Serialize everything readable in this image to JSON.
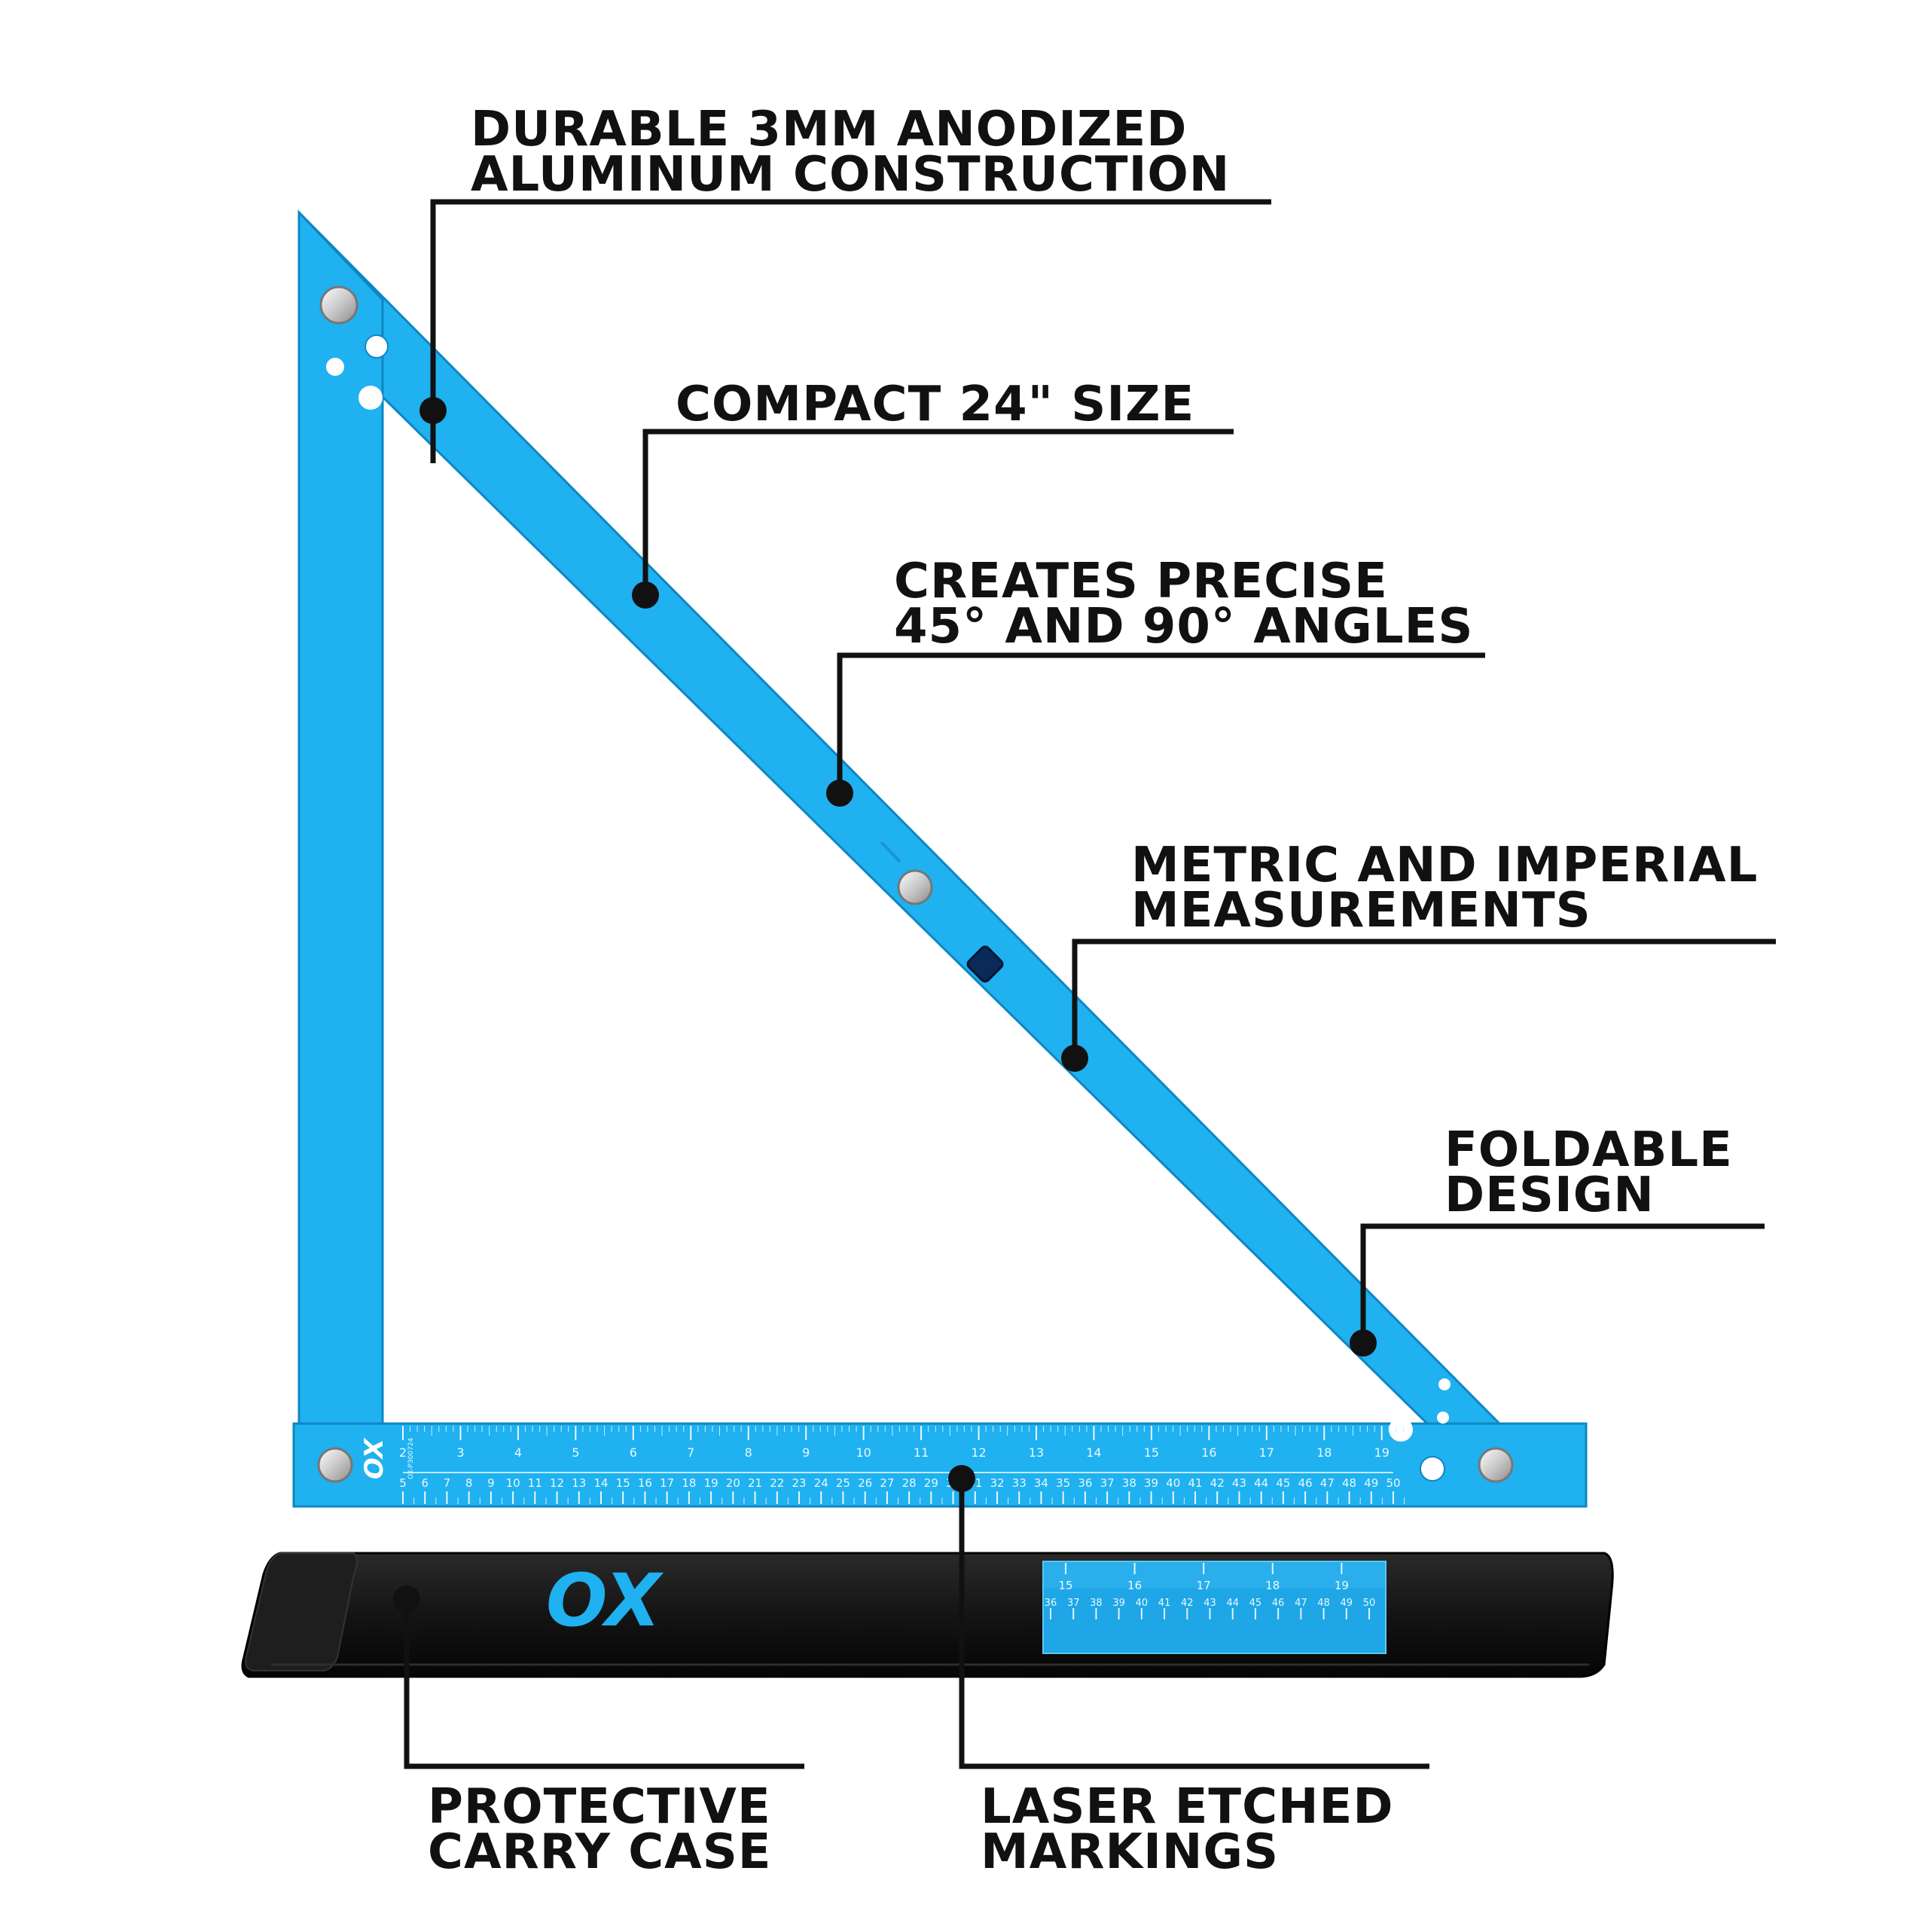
{
  "callouts": [
    {
      "id": "aluminum",
      "lines": [
        "DURABLE 3MM ANODIZED",
        "ALUMINUM CONSTRUCTION"
      ]
    },
    {
      "id": "size",
      "lines": [
        "COMPACT 24\" SIZE"
      ]
    },
    {
      "id": "angles",
      "lines": [
        "CREATES PRECISE",
        "45° AND 90° ANGLES"
      ]
    },
    {
      "id": "measurements",
      "lines": [
        "METRIC AND IMPERIAL",
        "MEASUREMENTS"
      ]
    },
    {
      "id": "foldable",
      "lines": [
        "FOLDABLE",
        "DESIGN"
      ]
    },
    {
      "id": "case",
      "lines": [
        "PROTECTIVE",
        "CARRY CASE"
      ]
    },
    {
      "id": "etched",
      "lines": [
        "LASER ETCHED",
        "MARKINGS"
      ]
    }
  ],
  "ruler": {
    "inch_labels": [
      "2",
      "3",
      "4",
      "5",
      "6",
      "7",
      "8",
      "9",
      "10",
      "11",
      "12",
      "13",
      "14",
      "15",
      "16",
      "17",
      "18",
      "19"
    ],
    "cm_labels": [
      "5",
      "6",
      "7",
      "8",
      "9",
      "10",
      "11",
      "12",
      "13",
      "14",
      "15",
      "16",
      "17",
      "18",
      "19",
      "20",
      "21",
      "22",
      "23",
      "24",
      "25",
      "26",
      "27",
      "28",
      "29",
      "30",
      "31",
      "32",
      "33",
      "34",
      "35",
      "36",
      "37",
      "38",
      "39",
      "40",
      "41",
      "42",
      "43",
      "44",
      "45",
      "46",
      "47",
      "48",
      "49",
      "50"
    ],
    "brand": "OX",
    "model": "OX-P300724"
  },
  "case": {
    "brand": "OX",
    "window_inch_labels": [
      "15",
      "16",
      "17",
      "18",
      "19"
    ],
    "window_cm_labels": [
      "36",
      "37",
      "38",
      "39",
      "40",
      "41",
      "42",
      "43",
      "44",
      "45",
      "46",
      "47",
      "48",
      "49",
      "50"
    ]
  },
  "colors": {
    "square_blue": "#1fb1f0",
    "square_edge": "#0f86c2",
    "case_black": "#141414",
    "text": "#111111"
  }
}
